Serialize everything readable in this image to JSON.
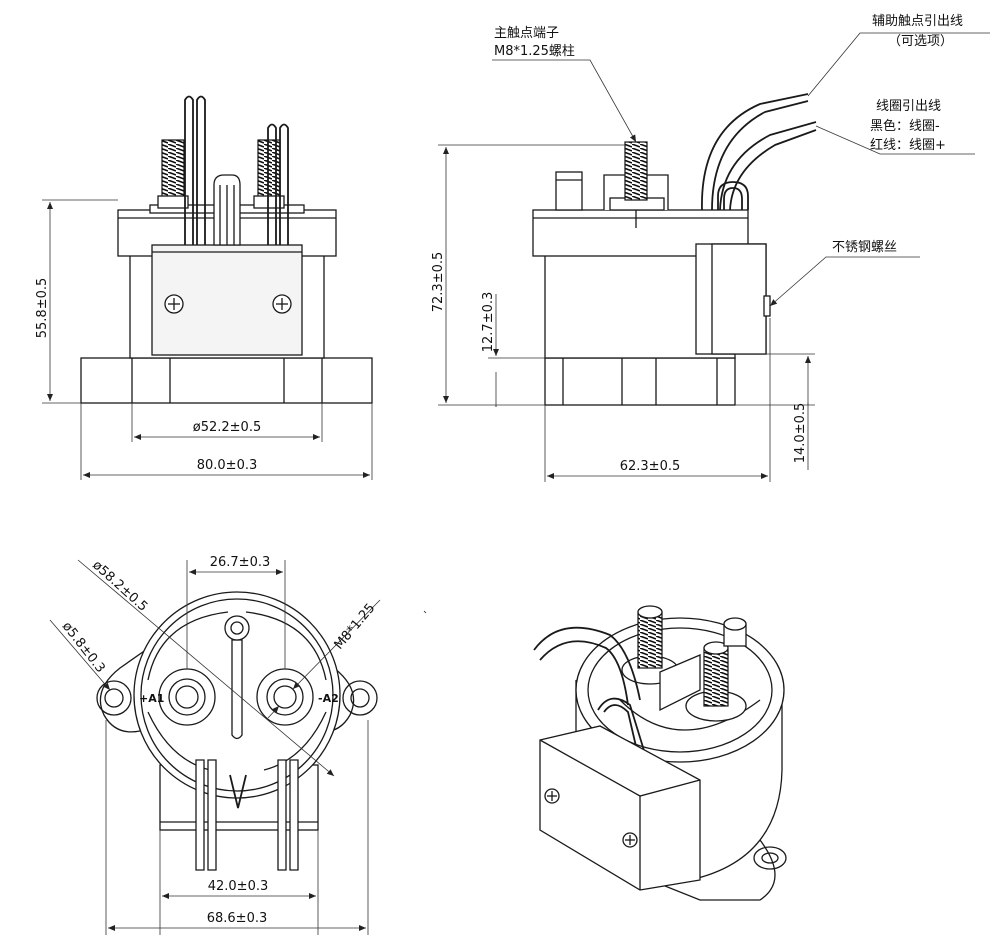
{
  "front_view": {
    "height_dim": "55.8±0.5",
    "inner_dim": "ø52.2±0.5",
    "width_dim": "80.0±0.3"
  },
  "side_view": {
    "height_dim": "72.3±0.5",
    "lower_dim": "12.7±0.3",
    "width_dim": "62.3±0.5",
    "base_dim": "14.0±0.5",
    "label_main_terminal_line1": "主触点端子",
    "label_main_terminal_line2": "M8*1.25螺柱",
    "label_aux_line1": "辅助触点引出线",
    "label_aux_line2": "（可选项）",
    "label_coil_line1": "线圈引出线",
    "label_coil_line2": "黑色：线圈-",
    "label_coil_line3": "红线：线圈+",
    "label_screw": "不锈钢螺丝"
  },
  "top_view": {
    "pitch_dim": "26.7±0.3",
    "dia_body": "ø58.2±0.5",
    "dia_hole": "ø5.8±0.3",
    "thread": "M8*1.25",
    "mark_a1": "+A1",
    "mark_a2": "-A2",
    "lead_dim": "42.0±0.3",
    "flange_dim": "68.6±0.3"
  },
  "iso_view": {}
}
